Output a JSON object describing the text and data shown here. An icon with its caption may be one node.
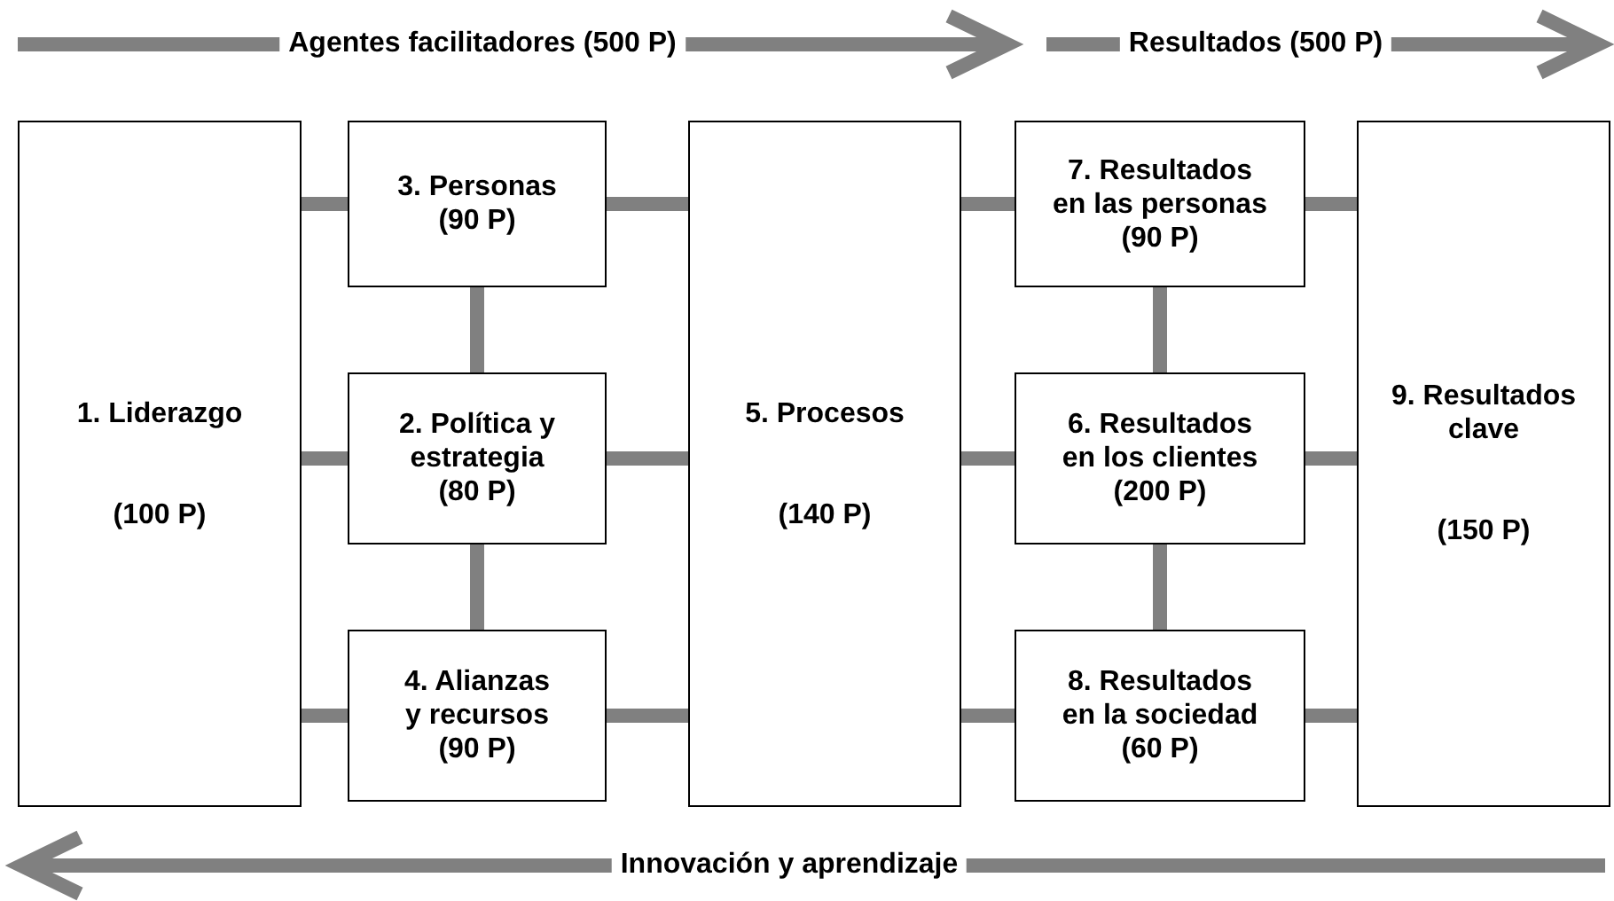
{
  "diagram": {
    "nodes": [
      {
        "text": [
          "1. Liderazgo",
          "(100 P)"
        ]
      },
      {
        "text": [
          "3. Personas (90 P)"
        ]
      },
      {
        "text": [
          "2. Política y estrategia (80 P)"
        ]
      },
      {
        "text": [
          "4. Alianzas y recursos (90 P)"
        ]
      },
      {
        "text": [
          "5. Procesos",
          "(140 P)"
        ]
      },
      {
        "text": [
          "7. Resultados en las personas (90 P)"
        ]
      },
      {
        "text": [
          "6. Resultados en los clientes (200 P)"
        ]
      },
      {
        "text": [
          "8. Resultados en la sociedad (60 P)"
        ]
      },
      {
        "text": [
          "9. Resultados clave",
          "(150 P)"
        ]
      }
    ],
    "edges": [
      {
        "from": 0,
        "to": 1,
        "arrow": "none"
      },
      {
        "from": 0,
        "to": 2,
        "arrow": "none"
      },
      {
        "from": 0,
        "to": 3,
        "arrow": "none"
      },
      {
        "from": 1,
        "to": 2,
        "arrow": "none"
      },
      {
        "from": 2,
        "to": 3,
        "arrow": "none"
      },
      {
        "from": 1,
        "to": 4,
        "arrow": "none"
      },
      {
        "from": 2,
        "to": 4,
        "arrow": "none"
      },
      {
        "from": 3,
        "to": 4,
        "arrow": "none"
      },
      {
        "from": 4,
        "to": 5,
        "arrow": "none"
      },
      {
        "from": 4,
        "to": 6,
        "arrow": "none"
      },
      {
        "from": 4,
        "to": 7,
        "arrow": "none"
      },
      {
        "from": 5,
        "to": 6,
        "arrow": "none"
      },
      {
        "from": 6,
        "to": 7,
        "arrow": "none"
      },
      {
        "from": 5,
        "to": 8,
        "arrow": "none"
      },
      {
        "from": 6,
        "to": 8,
        "arrow": "none"
      },
      {
        "from": 7,
        "to": 8,
        "arrow": "none"
      }
    ],
    "labels": [
      "Agentes facilitadores (500 P)",
      "Resultados (500 P)",
      "Innovación y aprendizaje"
    ]
  }
}
